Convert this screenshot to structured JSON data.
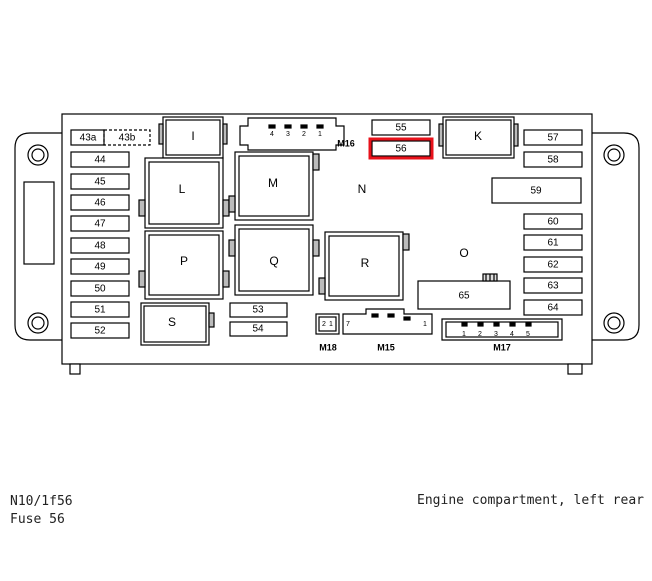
{
  "fuses": {
    "f43a": "43a",
    "f43b": "43b",
    "f44": "44",
    "f45": "45",
    "f46": "46",
    "f47": "47",
    "f48": "48",
    "f49": "49",
    "f50": "50",
    "f51": "51",
    "f52": "52",
    "f53": "53",
    "f54": "54",
    "f55": "55",
    "f56": "56",
    "f57": "57",
    "f58": "58",
    "f59": "59",
    "f60": "60",
    "f61": "61",
    "f62": "62",
    "f63": "63",
    "f64": "64",
    "f65": "65"
  },
  "relays": {
    "i": "I",
    "k": "K",
    "l": "L",
    "m": "M",
    "n": "N",
    "o": "O",
    "p": "P",
    "q": "Q",
    "r": "R",
    "s": "S"
  },
  "connectors": {
    "m16": {
      "label": "M16",
      "pins": [
        "4",
        "3",
        "2",
        "1"
      ]
    },
    "m18": {
      "label": "M18",
      "pins": [
        "2",
        "1"
      ]
    },
    "m15": {
      "label": "M15",
      "pins": [
        "7",
        "1"
      ]
    },
    "m17": {
      "label": "M17",
      "pins": [
        "1",
        "2",
        "3",
        "4",
        "5"
      ]
    }
  },
  "highlight": {
    "fuse": "56",
    "color": "#e8121b"
  },
  "caption": {
    "code": "N10/1f56",
    "fuse": "Fuse 56",
    "location": "Engine compartment, left rear"
  }
}
